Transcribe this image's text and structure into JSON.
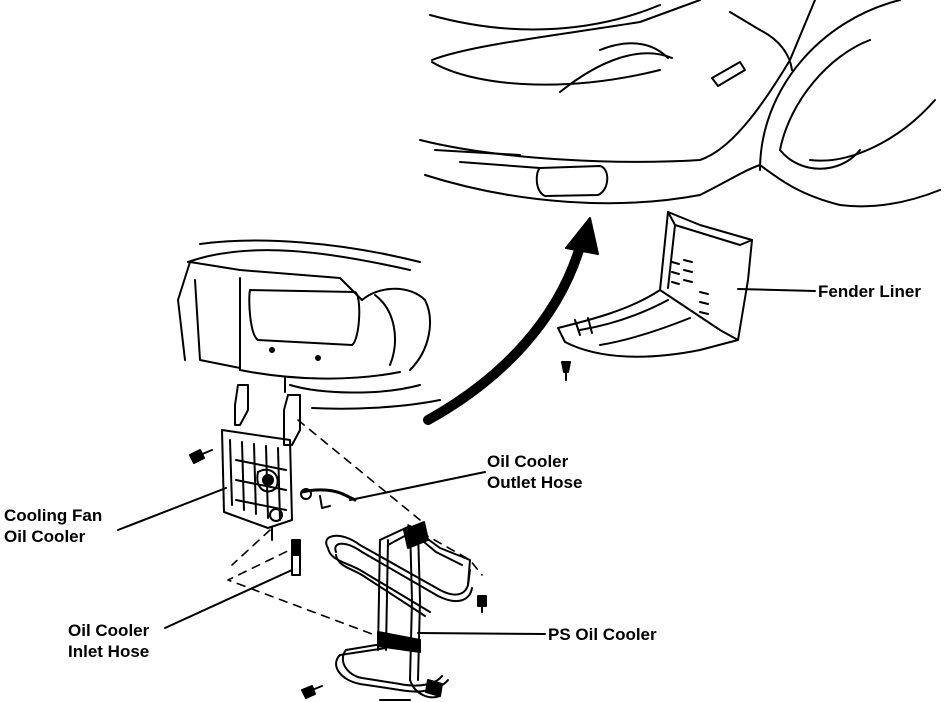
{
  "labels": {
    "fender_liner": "Fender Liner",
    "oil_cooler_outlet_hose": [
      "Oil Cooler",
      "Outlet Hose"
    ],
    "cooling_fan_oil_cooler": [
      "Cooling Fan",
      "Oil Cooler"
    ],
    "oil_cooler_inlet_hose": [
      "Oil Cooler",
      "Inlet Hose"
    ],
    "ps_oil_cooler": "PS Oil Cooler"
  },
  "colors": {
    "ink": "#000000",
    "paper": "#ffffff"
  }
}
